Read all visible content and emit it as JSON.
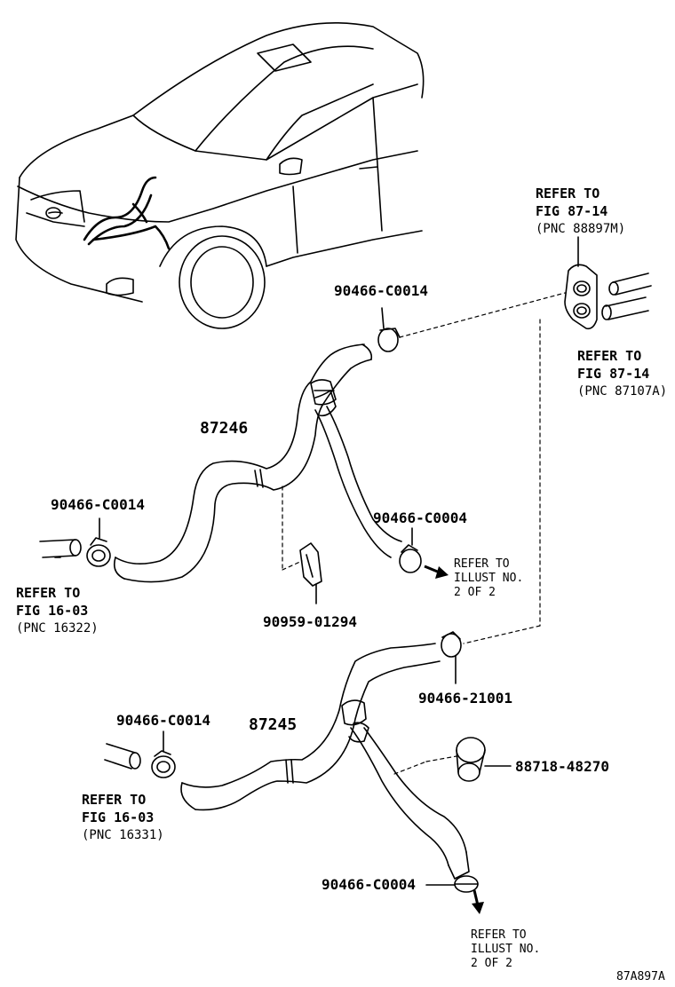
{
  "parts": {
    "clip_top": "90466-C0014",
    "hose_upper": "87246",
    "clip_left_upper": "90466-C0014",
    "clip_mid": "90466-C0004",
    "bracket": "90959-01294",
    "clip_right_lower": "90466-21001",
    "clip_left_lower": "90466-C0014",
    "hose_lower": "87245",
    "clamp": "88718-48270",
    "clip_bottom": "90466-C0004"
  },
  "refs": {
    "r1": {
      "l1": "REFER TO",
      "l2": "FIG 87-14",
      "l3": "(PNC 88897M)"
    },
    "r2": {
      "l1": "REFER TO",
      "l2": "FIG 87-14",
      "l3": "(PNC 87107A)"
    },
    "r3": {
      "l1": "REFER TO",
      "l2": "FIG 16-03",
      "l3": "(PNC 16322)"
    },
    "r4": {
      "l1": "REFER TO",
      "l2": "FIG 16-03",
      "l3": "(PNC 16331)"
    }
  },
  "notes": {
    "n1": {
      "l1": "REFER TO",
      "l2": "ILLUST NO.",
      "l3": "2 OF 2"
    },
    "n2": {
      "l1": "REFER TO",
      "l2": "ILLUST NO.",
      "l3": "2 OF 2"
    }
  },
  "figure_id": "87A897A"
}
